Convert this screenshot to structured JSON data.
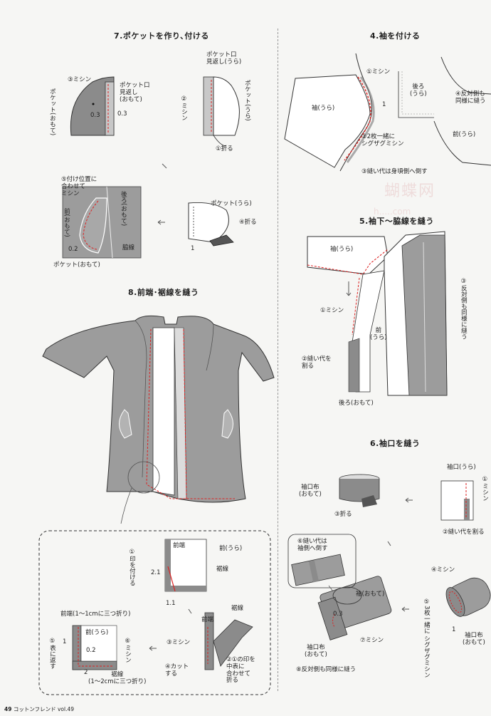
{
  "s7": {
    "title": "7.ポケットを作り､付ける",
    "l_mishin3": "③ミシン",
    "l_pocket_omote": "ポケット(おもて)",
    "l_pocketguchi_mikaeshi": "ポケット口\n見返し\n(おもて)",
    "l_03a": "0.3",
    "l_03b": "0.3",
    "l_pocketguchi_mikaeshi2": "ポケット口\n見返し(うら)",
    "l_mishin2": "②ミシン",
    "l_pocket_ura_v": "ポケット(うら)",
    "l_ori1": "①折る",
    "l_pocket_ura": "ポケット(うら)",
    "l_ori4": "④折る",
    "l_1": "1",
    "l_tsukeichi": "⑤付け位置に\n合わせて\nミシン",
    "l_ushiro_ura": "後ろ(おもて)",
    "l_mae_omote": "前(おもて)",
    "l_02": "0.2",
    "l_wakisen": "脇線",
    "l_pocket_omote2": "ポケット(おもて)"
  },
  "s8": {
    "title": "8.前端･裾線を縫う",
    "l_shirushi": "①印を付ける",
    "l_maehashi": "前端",
    "l_mae_ura": "前(うら)",
    "l_susosen": "裾線",
    "l_21": "2.1",
    "l_11": "1.1",
    "l_maehashi_fold": "前端(1～1cmに三つ折り)",
    "l_mae_ura2": "前(うら)",
    "l_1": "1",
    "l_02": "0.2",
    "l_2": "2",
    "l_mishin6": "⑥ミシン",
    "l_omote5": "⑤表に返す",
    "l_susosen_fold": "裾線\n(1～2cmに三つ折り)",
    "l_mishin3": "③ミシン",
    "l_cut4": "④カット\nする",
    "l_maehashi2": "前端",
    "l_susosen2": "裾線",
    "l_step2": "②①の印を\n中表に\n合わせて\n折る"
  },
  "s4": {
    "title": "4.袖を付ける",
    "l_mishin1": "①ミシン",
    "l_sode_ura": "袖(うら)",
    "l_ushiro_ura": "後ろ\n(うら)",
    "l_hantai": "④反対側も\n同様に縫う",
    "l_1": "1",
    "l_zigzag": "②2枚一緒に\nシグザグミシン",
    "l_mae_ura": "前(うら)",
    "l_nuishiro": "③縫い代は身頃側へ倒す"
  },
  "s5": {
    "title": "5.袖下～脇線を縫う",
    "l_sode_ura": "袖(うら)",
    "l_mishin1": "①ミシン",
    "l_mae_ura": "前\n(うら)",
    "l_waru": "②縫い代を\n割る",
    "l_ushiro_omote": "後ろ(おもて)",
    "l_hantai": "③反対側も同様に縫う"
  },
  "s6": {
    "title": "6.袖口を縫う",
    "l_sodeguchi_ura": "袖口(うら)",
    "l_mishin1": "①ミシン",
    "l_sodeguchifu_omote": "袖口布\n(おもて)",
    "l_ori3": "③折る",
    "l_waru2": "②縫い代を割る",
    "l_nuishiro6": "⑥縫い代は\n袖側へ倒す",
    "l_mishin4": "④ミシン",
    "l_sode_omote": "袖(おもて)",
    "l_03": "0.3",
    "l_mishin7": "⑦ミシン",
    "l_sodeguchifu": "袖口布\n(おもて)",
    "l_zigzag5": "⑤3枚一緒に\nシグザグミシン",
    "l_1": "1",
    "l_sodeguchifu_r": "袖口布\n(おもて)",
    "l_hantai8": "⑧反対側も同様に縫う"
  },
  "watermark": {
    "cn": "蝴蝶网",
    "url": "h.....com"
  },
  "footer": {
    "page": "49",
    "mag": "コットンフレンド vol.49"
  }
}
